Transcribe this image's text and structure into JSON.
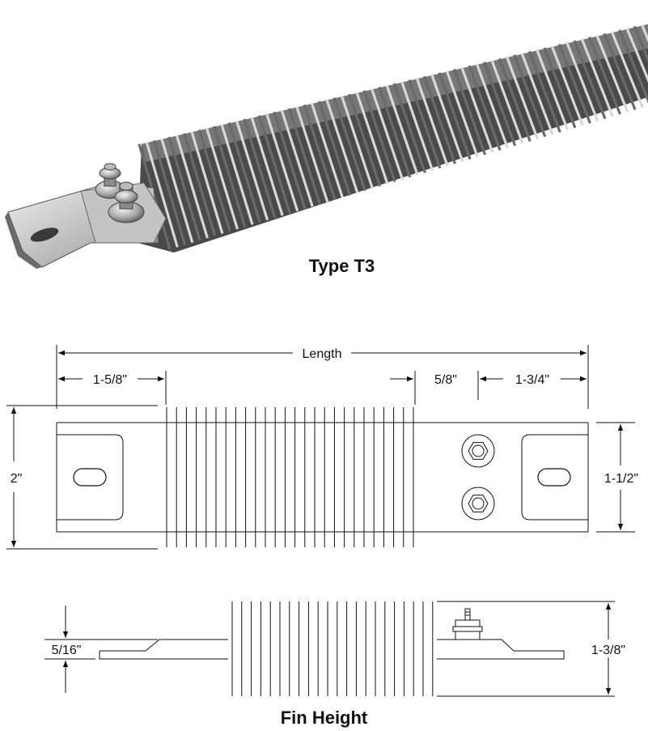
{
  "photo": {
    "caption": "Type T3"
  },
  "top_view": {
    "length_label": "Length",
    "left_end_label": "1-5/8\"",
    "terminal_gap_label": "5/8\"",
    "right_end_label": "1-3/4\"",
    "overall_height_label": "2\"",
    "sheath_width_label": "1-1/2\""
  },
  "side_view": {
    "sheath_thickness_label": "5/16\"",
    "fin_height_label": "1-3/8\"",
    "caption": "Fin Height"
  },
  "colors": {
    "line": "#111111",
    "metal_light": "#d9d9d9",
    "metal_mid": "#9a9a9a",
    "metal_dark": "#3a3a3a"
  }
}
